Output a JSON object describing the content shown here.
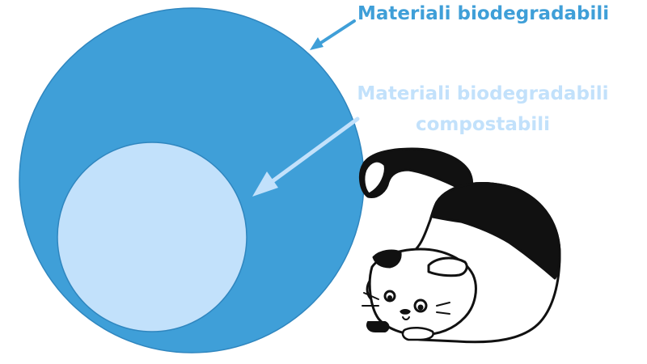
{
  "labels": {
    "outer": "Materiali biodegradabili",
    "inner_line1": "Materiali biodegradabili",
    "inner_line2": "compostabili"
  },
  "colors": {
    "outer_circle": "#3f9fd8",
    "outer_circle_stroke": "#2f86bf",
    "inner_circle": "#c2e1fb",
    "inner_circle_stroke": "#2f86bf",
    "outer_label": "#3f9fd8",
    "inner_label": "#c2e1fb",
    "cat_outline": "#111111",
    "cat_fill": "#ffffff"
  },
  "icons": {
    "cat": "cat-illustration",
    "arrow_outer": "arrow-icon",
    "arrow_inner": "arrow-icon"
  }
}
